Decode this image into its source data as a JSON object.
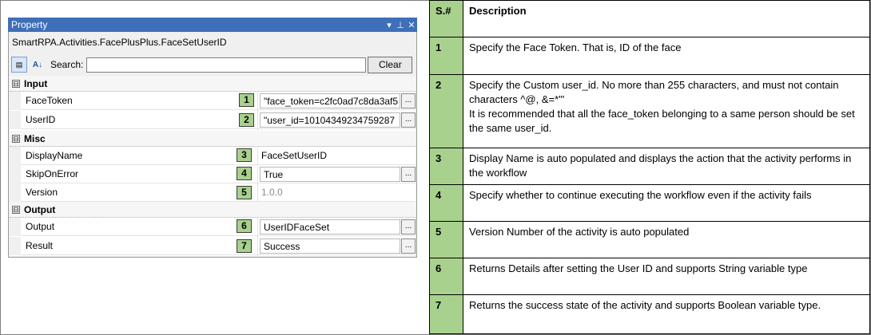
{
  "panel": {
    "title": "Property",
    "type_name": "SmartRPA.Activities.FacePlusPlus.FaceSetUserID",
    "search_label": "Search:",
    "search_value": "",
    "clear_label": "Clear",
    "title_controls": {
      "dropdown": "▾",
      "pin": "⊥",
      "close": "✕"
    },
    "sort_icons": {
      "categorized": "▤",
      "alphabetical": "A↓"
    },
    "categories": [
      {
        "name": "Input",
        "toggle": "⊟",
        "properties": [
          {
            "name": "FaceToken",
            "value": "\"face_token=c2fc0ad7c8da3af5",
            "badge": "1",
            "editor": "box-ellipsis"
          },
          {
            "name": "UserID",
            "value": "\"user_id=10104349234759287",
            "badge": "2",
            "editor": "box-ellipsis"
          }
        ]
      },
      {
        "name": "Misc",
        "toggle": "⊟",
        "properties": [
          {
            "name": "DisplayName",
            "value": "FaceSetUserID",
            "badge": "3",
            "editor": "plain"
          },
          {
            "name": "SkipOnError",
            "value": "True",
            "badge": "4",
            "editor": "box-ellipsis"
          },
          {
            "name": "Version",
            "value": "1.0.0",
            "badge": "5",
            "editor": "grey"
          }
        ]
      },
      {
        "name": "Output",
        "toggle": "⊟",
        "properties": [
          {
            "name": "Output",
            "value": "UserIDFaceSet",
            "badge": "6",
            "editor": "box-ellipsis"
          },
          {
            "name": "Result",
            "value": "Success",
            "badge": "7",
            "editor": "box-ellipsis"
          }
        ]
      }
    ],
    "ellipsis": "..."
  },
  "table": {
    "headers": {
      "number": "S.#",
      "description": "Description"
    },
    "rows": [
      {
        "number": "1",
        "description": "Specify the Face Token. That is, ID of the face"
      },
      {
        "number": "2",
        "description": "Specify the Custom user_id. No more than 255 characters, and must not contain characters ^@, &=*'\"",
        "description_2": "It is recommended that all the face_token belonging to a same person should be set the same user_id."
      },
      {
        "number": "3",
        "description": "Display Name is auto populated and displays the action that the activity performs in the workflow"
      },
      {
        "number": "4",
        "description": "Specify whether to continue executing the workflow even if the activity fails"
      },
      {
        "number": "5",
        "description": "Version Number of the activity is auto populated"
      },
      {
        "number": "6",
        "description": "Returns Details after setting the User ID and supports String variable type"
      },
      {
        "number": "7",
        "description": "Returns the success state of the activity and supports Boolean variable type."
      }
    ]
  },
  "colors": {
    "titlebar": "#3f6fb8",
    "badge": "#a9d18e",
    "panel_bg": "#f0f0f0"
  }
}
